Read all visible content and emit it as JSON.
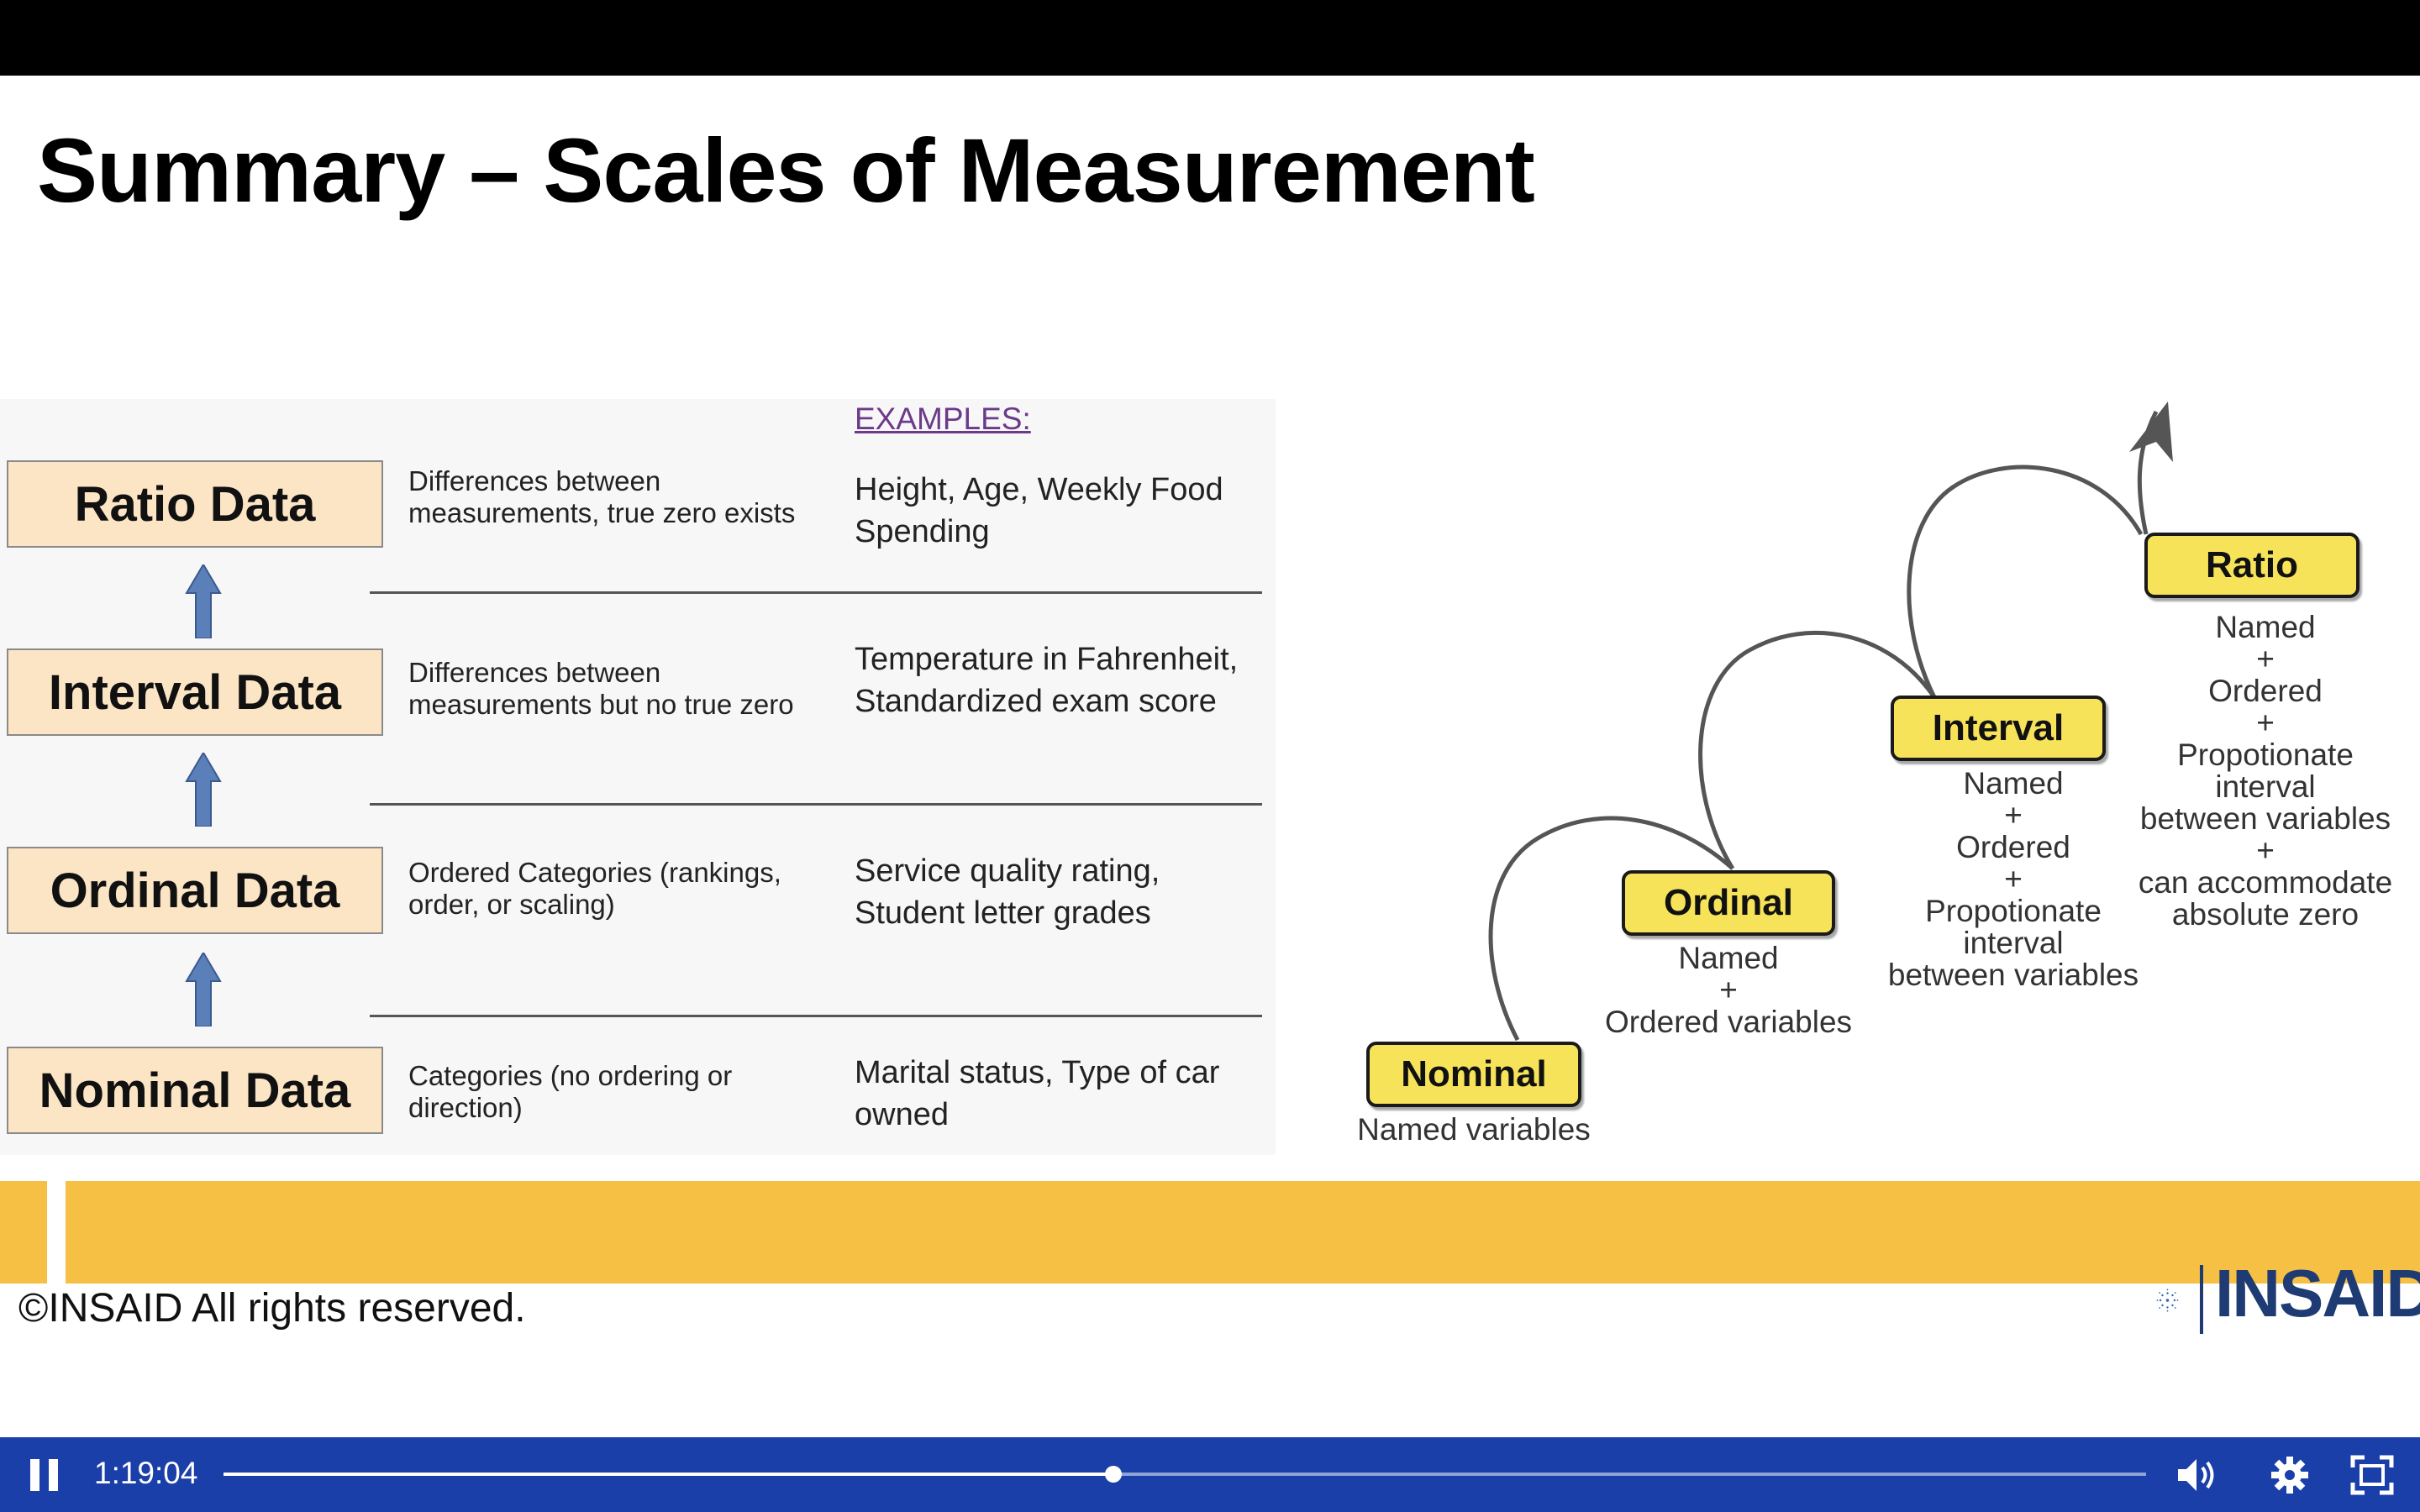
{
  "slide": {
    "title": "Summary – Scales of Measurement",
    "examples_header": "EXAMPLES:",
    "rows": [
      {
        "scale": "Ratio Data",
        "description": "Differences between measurements, true zero exists",
        "examples": "Height, Age, Weekly Food Spending"
      },
      {
        "scale": "Interval Data",
        "description": "Differences between measurements but no true zero",
        "examples": "Temperature in Fahrenheit, Standardized exam score"
      },
      {
        "scale": "Ordinal Data",
        "description": "Ordered Categories (rankings, order, or scaling)",
        "examples": "Service quality rating, Student letter grades"
      },
      {
        "scale": "Nominal Data",
        "description": "Categories (no  ordering or direction)",
        "examples": "Marital status, Type of car owned"
      }
    ],
    "staircase": [
      {
        "label": "Nominal",
        "desc": "Named variables"
      },
      {
        "label": "Ordinal",
        "desc": "Named\n+\nOrdered variables"
      },
      {
        "label": "Interval",
        "desc": "Named\n+\nOrdered\n+\nPropotionate\ninterval\nbetween variables"
      },
      {
        "label": "Ratio",
        "desc": "Named\n+\nOrdered\n+\nPropotionate\ninterval\nbetween variables\n+\ncan accommodate\nabsolute zero"
      }
    ],
    "footer": "©INSAID All rights reserved.",
    "logo_text": "INSAID",
    "colors": {
      "scale_box": "#fbe5c5",
      "stair_box": "#f7e35a",
      "band": "#f5c043",
      "arrow": "#5b7fb8"
    }
  },
  "player": {
    "time": "1:19:04",
    "progress": 0.463,
    "icons": [
      "pause-icon",
      "volume-icon",
      "settings-gear-icon",
      "fullscreen-icon"
    ],
    "bar_color": "#1b3fa8"
  }
}
